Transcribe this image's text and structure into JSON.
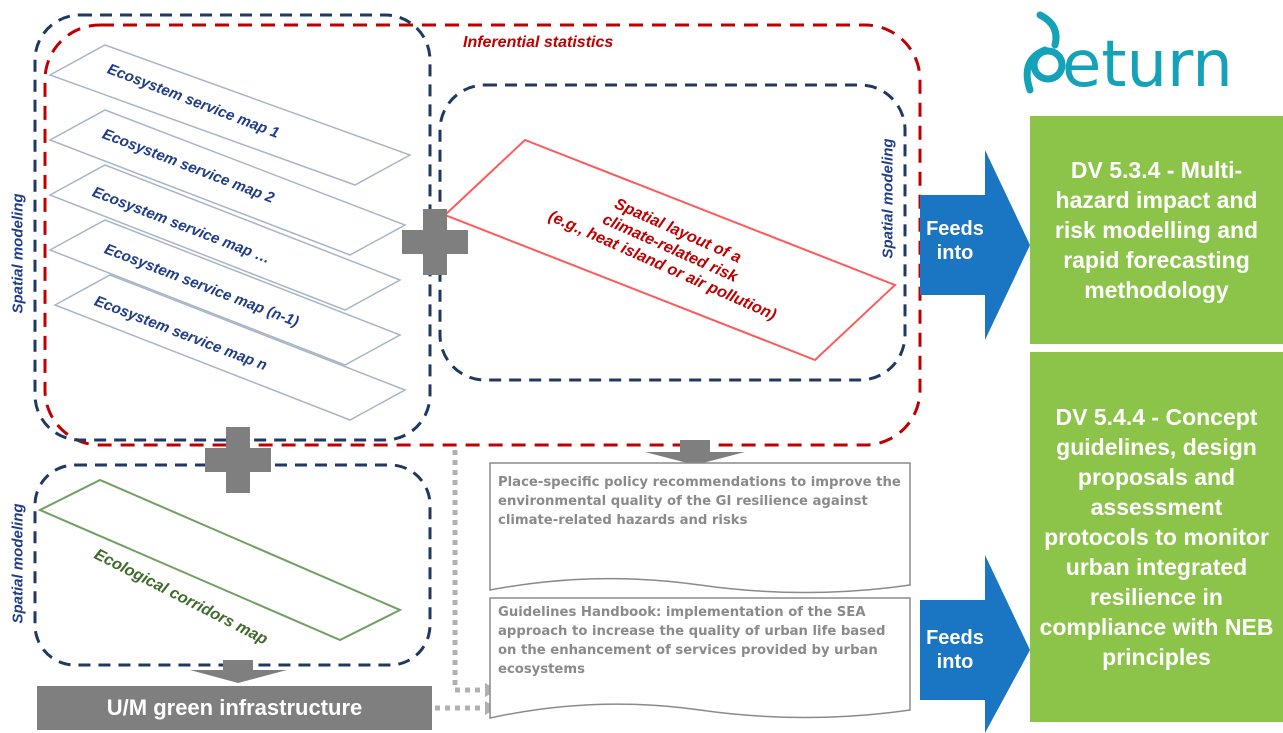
{
  "labels": {
    "inferential_statistics": "Inferential statistics",
    "spatial_modeling_left_top": "Spatial modeling",
    "spatial_modeling_middle": "Spatial modeling",
    "spatial_modeling_left_bottom": "Spatial modeling"
  },
  "ecosystem_maps": [
    "Ecosystem service map 1",
    "Ecosystem service map 2",
    "Ecosystem service map …",
    "Ecosystem service map (n-1)",
    "Ecosystem service map n"
  ],
  "risk_sheet": {
    "line1": "Spatial layout of a",
    "line2": "climate-related risk",
    "line3": "(e.g., heat island or air pollution)"
  },
  "corridor_sheet": {
    "label": "Ecological corridors map"
  },
  "green_infra": {
    "label": "U/M green infrastructure"
  },
  "policy_doc": {
    "text": "Place-specific policy recommendations to improve the environmental quality of the GI resilience against climate-related hazards and risks"
  },
  "handbook_doc": {
    "text": "Guidelines Handbook: implementation of the SEA approach to increase the quality of urban life based on the enhancement of services provided by urban ecosystems"
  },
  "feeds_top": {
    "line1": "Feeds",
    "line2": "into"
  },
  "feeds_bottom": {
    "line1": "Feeds",
    "line2": "into"
  },
  "dv_top": {
    "text": "DV 5.3.4 - Multi-hazard impact and risk modelling and rapid forecasting methodology"
  },
  "dv_bottom": {
    "text": "DV 5.4.4 - Concept guidelines, design proposals and assessment protocols to monitor urban integrated resilience in compliance with NEB principles"
  },
  "logo": {
    "text": "eturn"
  },
  "colors": {
    "navy_dash": "#1f3864",
    "red_dash": "#c00000",
    "blue_arrow": "#1a75c2",
    "green_box": "#8cc44a",
    "grey": "#7f7f7f",
    "logo_teal": "#14a2b8"
  }
}
